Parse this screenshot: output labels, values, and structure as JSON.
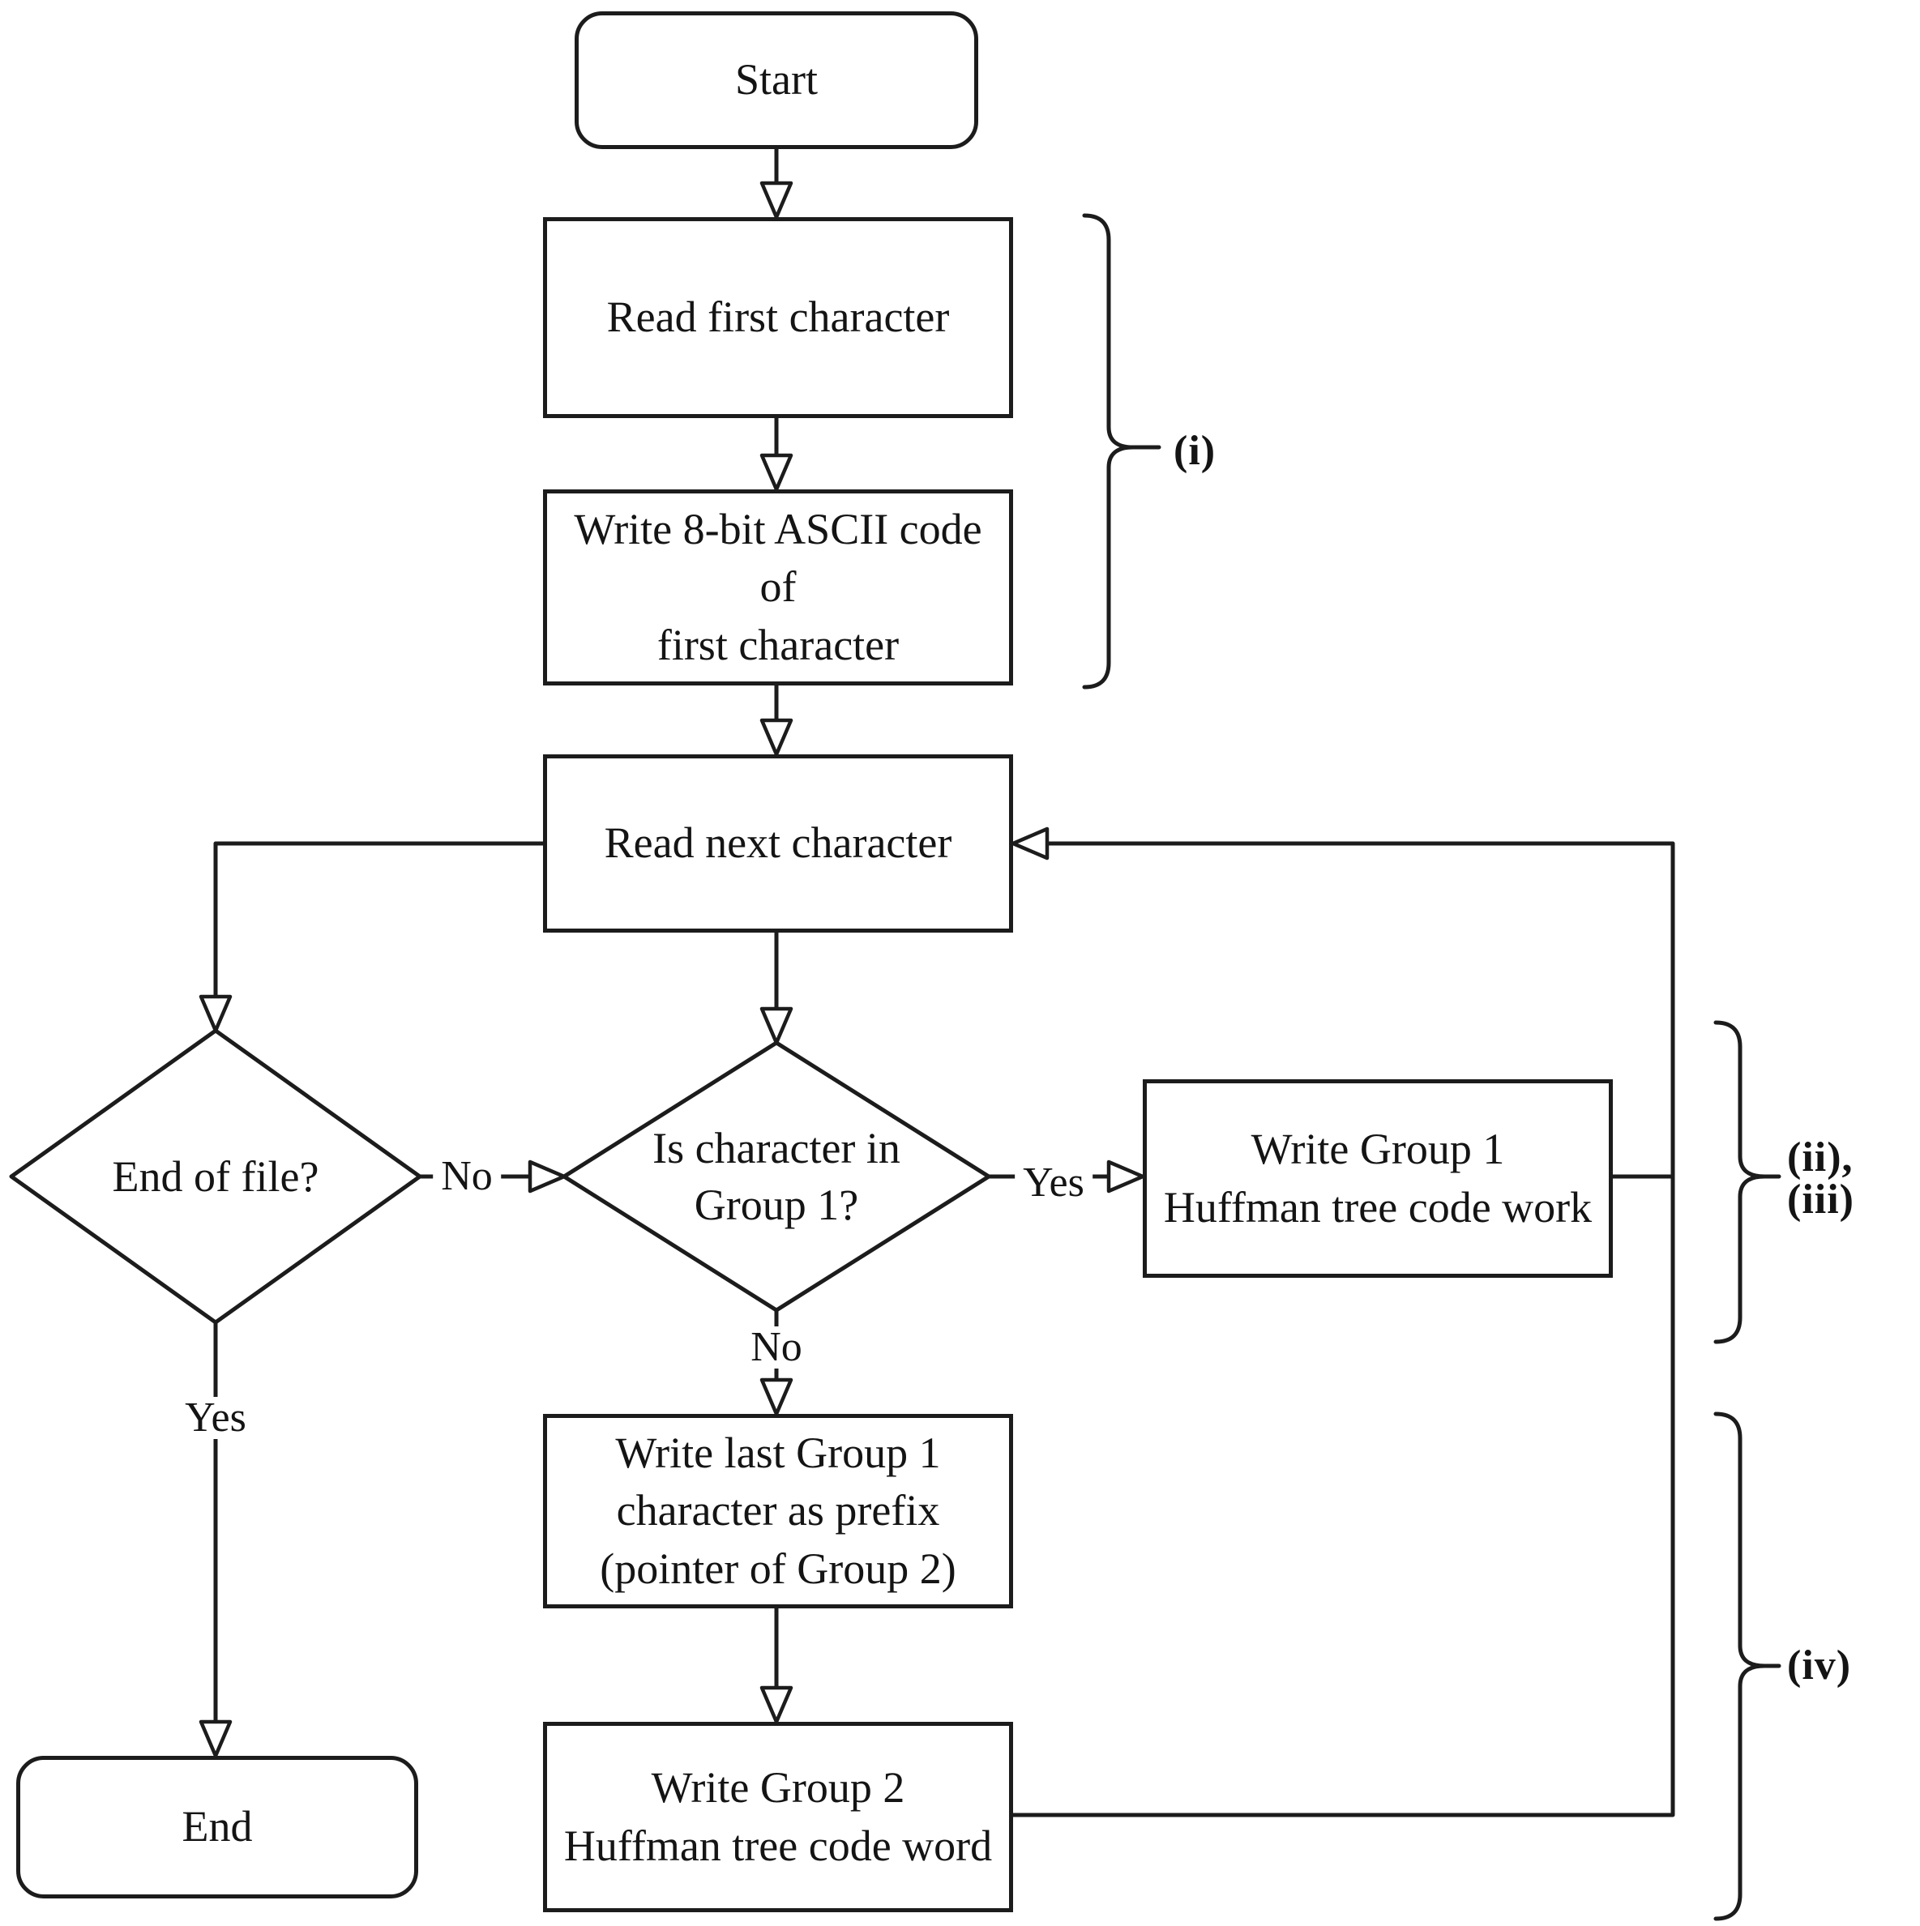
{
  "figure": {
    "background": "#ffffff",
    "line_color": "#1c1c1c",
    "text_color": "#141414",
    "nodes": {
      "start": {
        "label": "Start",
        "shape": "terminator"
      },
      "read_first": {
        "label": "Read first character",
        "shape": "process"
      },
      "write_ascii": {
        "label": "Write 8-bit ASCII code of\nfirst character",
        "shape": "process"
      },
      "read_next": {
        "label": "Read next character",
        "shape": "process"
      },
      "end_of_file": {
        "label": "End of file?",
        "shape": "decision"
      },
      "in_group1": {
        "label": "Is character in\nGroup 1?",
        "shape": "decision"
      },
      "write_group1": {
        "label": "Write Group 1\nHuffman tree code work",
        "shape": "process"
      },
      "write_last_group1": {
        "label": "Write last Group 1\ncharacter as prefix\n(pointer of Group 2)",
        "shape": "process"
      },
      "write_group2": {
        "label": "Write Group 2\nHuffman tree code word",
        "shape": "process"
      },
      "end": {
        "label": "End",
        "shape": "terminator"
      }
    },
    "edge_labels": {
      "eof_no": "No",
      "eof_yes": "Yes",
      "group1_yes": "Yes",
      "group1_no": "No"
    },
    "annotations": {
      "brace_top": "(i)",
      "brace_middle": "(ii), (iii)",
      "brace_bottom": "(iv)"
    }
  }
}
